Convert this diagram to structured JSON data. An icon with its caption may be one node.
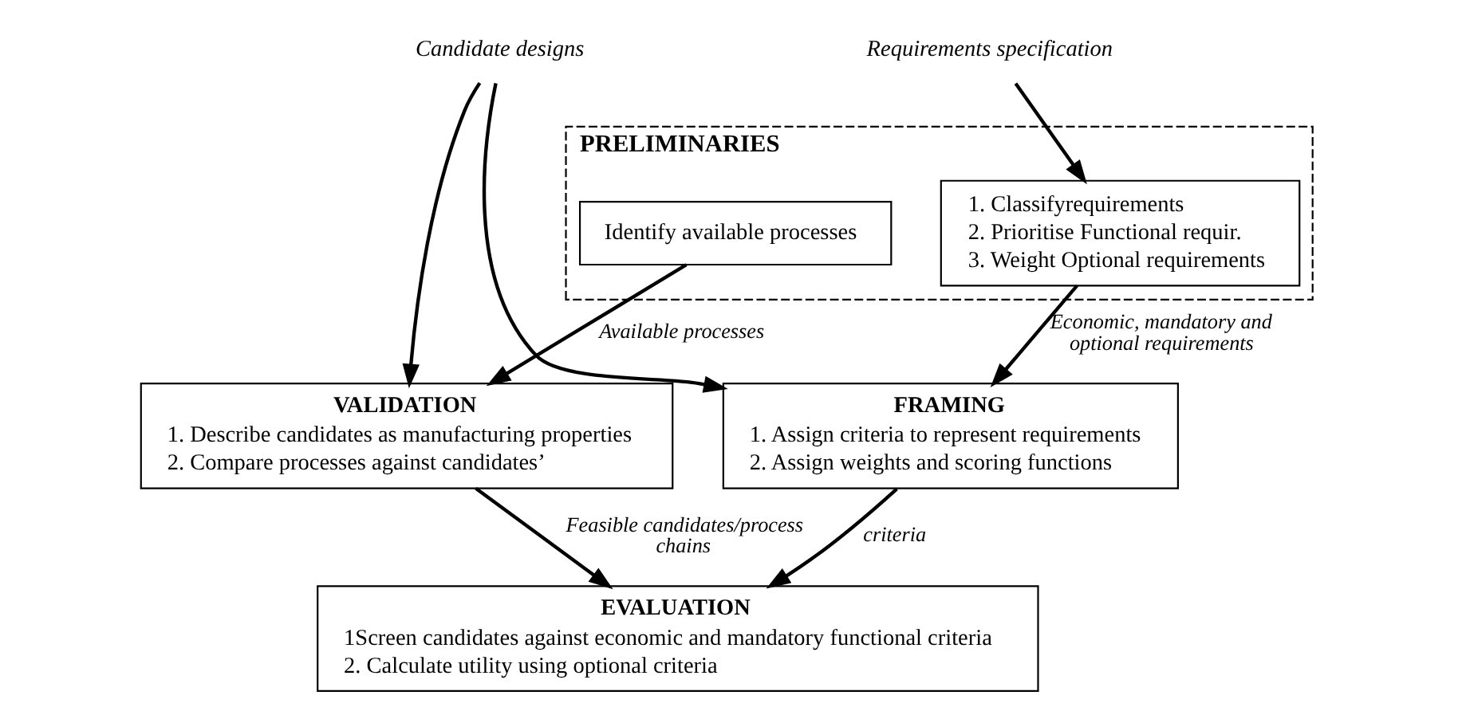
{
  "diagram": {
    "nodes": [
      {
        "text": [
          "PRELIMINARIES"
        ]
      },
      {
        "text": [
          "Identify available processes"
        ],
        "in": 0
      },
      {
        "text": [
          "1. Classifyrequirements",
          "2. Prioritise Functional requir.",
          "3. Weight Optional requirements"
        ],
        "in": 0
      },
      {
        "text": [
          "Candidate designs"
        ]
      },
      {
        "text": [
          "Requirements specification"
        ]
      },
      {
        "text": [
          "VALIDATION",
          "1. Describe candidates as manufacturing properties",
          "2. Compare processes against candidates’"
        ]
      },
      {
        "text": [
          "FRAMING",
          "1. Assign criteria to represent requirements",
          "2. Assign weights and scoring functions"
        ]
      },
      {
        "text": [
          "EVALUATION",
          "1Screen candidates against economic and mandatory functional criteria",
          "2. Calculate utility using optional criteria"
        ]
      }
    ],
    "edges": [
      {
        "from": 1,
        "to": 5,
        "arrow": "to",
        "label": "Available processes"
      },
      {
        "from": 3,
        "to": 5,
        "arrow": "to"
      },
      {
        "from": 3,
        "to": 6,
        "arrow": "to"
      },
      {
        "from": 4,
        "to": 2,
        "arrow": "to"
      },
      {
        "from": 2,
        "to": 6,
        "arrow": "to",
        "label": "Economic, mandatory and optional requirements"
      },
      {
        "from": 5,
        "to": 7,
        "arrow": "to",
        "label": "Feasible candidates/process chains"
      },
      {
        "from": 6,
        "to": 7,
        "arrow": "to",
        "label": "criteria"
      }
    ]
  }
}
